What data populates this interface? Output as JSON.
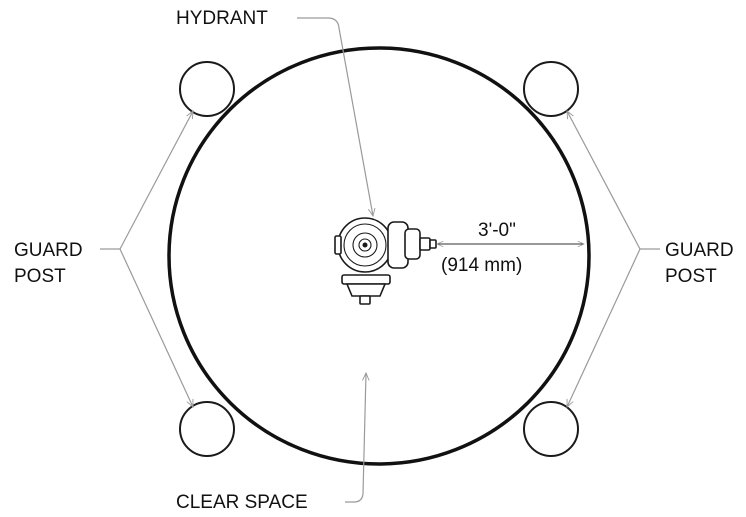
{
  "labels": {
    "hydrant": "HYDRANT",
    "guard_post_left_line1": "GUARD",
    "guard_post_left_line2": "POST",
    "guard_post_right_line1": "GUARD",
    "guard_post_right_line2": "POST",
    "clear_space": "CLEAR SPACE",
    "dimension_imperial": "3'-0\"",
    "dimension_metric": "(914 mm)"
  },
  "colors": {
    "line": "#111111",
    "leader": "#9a9a9a",
    "background": "#ffffff"
  }
}
